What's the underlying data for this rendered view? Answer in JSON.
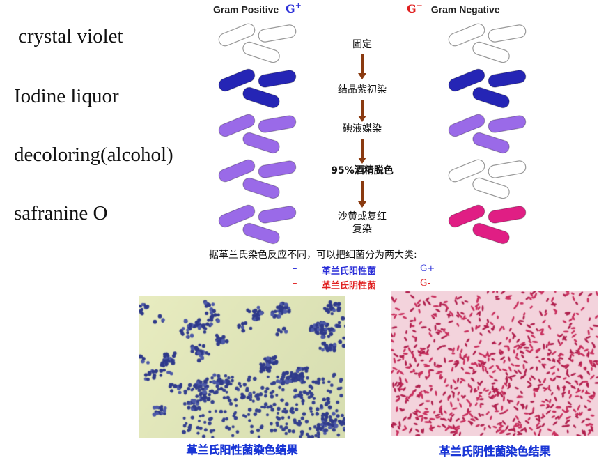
{
  "steps": [
    {
      "label": "crystal violet",
      "cn": "固定"
    },
    {
      "label": "Iodine liquor",
      "cn": "结晶紫初染"
    },
    {
      "label": "decoloring(alcohol)",
      "cn": "碘液媒染"
    },
    {
      "label": "safranine O",
      "cn": "95%酒精脱色"
    }
  ],
  "cn_last": [
    "沙黄或复红",
    "复染"
  ],
  "header": {
    "gram_positive": "Gram Positive",
    "gram_positive_symbol": "G",
    "gram_positive_sign": "+",
    "gram_negative": "Gram Negative",
    "gram_negative_symbol": "G",
    "gram_negative_sign": "−"
  },
  "summary": "据革兰氏染色反应不同，可以把细菌分为两大类:",
  "legend": [
    {
      "dash": "–",
      "name": "革兰氏阳性菌",
      "code": "G+",
      "color": "#2b2fd8"
    },
    {
      "dash": "–",
      "name": "革兰氏阴性菌",
      "code": "G-",
      "color": "#e02020"
    }
  ],
  "captions": {
    "positive": "革兰氏阳性菌染色结果",
    "negative": "革兰氏阴性菌染色结果"
  },
  "colors": {
    "unstained": "#ffffff",
    "crystal_violet": "#2525b5",
    "iodine_purple": "#9a6ae8",
    "safranin": "#e01e84",
    "arrow": "#8a3a10",
    "caption": "#1a36d6"
  },
  "cell_states": {
    "positive": [
      "unstained",
      "crystal_violet",
      "iodine_purple",
      "iodine_purple",
      "iodine_purple"
    ],
    "negative": [
      "unstained",
      "crystal_violet",
      "iodine_purple",
      "unstained",
      "safranin"
    ]
  }
}
